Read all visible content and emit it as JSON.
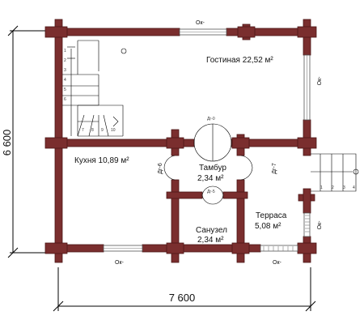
{
  "dimensions": {
    "width": "7 600",
    "height": "6 600"
  },
  "rooms": {
    "living": {
      "name": "Гостиная 22,52 м²"
    },
    "kitchen": {
      "name": "Кухня 10,89 м²"
    },
    "vestibule": {
      "line1": "Тамбур",
      "line2": "2,34 м²"
    },
    "bathroom": {
      "line1": "Санузел",
      "line2": "2,34 м²"
    },
    "terrace": {
      "line1": "Терраса",
      "line2": "5,08 м²"
    }
  },
  "windows": {
    "top": "Ок-",
    "right": "Ок-",
    "terrace_side": "Ок-",
    "bottom_left": "Ок-",
    "bottom_right": "Ок-"
  },
  "doors": {
    "d0": "Дг-0",
    "d5": "Дг-5",
    "d6": "Дг-6",
    "d7": "Дг-7"
  },
  "stair_numbers": {
    "main": [
      "1",
      "2",
      "3",
      "4",
      "5",
      "6",
      "7",
      "8",
      "9",
      "10"
    ],
    "terrace": [
      "1",
      "2",
      "3",
      "4"
    ]
  },
  "colors": {
    "wall": "#7a2e2e",
    "wall_edge": "#4b1616"
  }
}
